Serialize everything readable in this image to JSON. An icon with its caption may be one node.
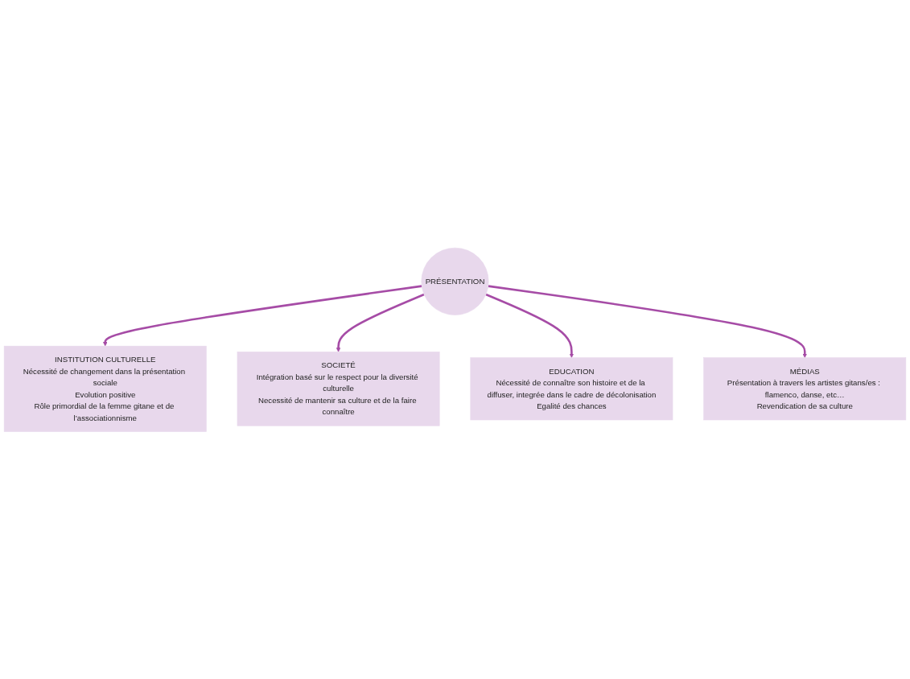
{
  "diagram": {
    "nodes": [
      {
        "text": [
          "INSTITUTION CULTURELLE",
          "Nécessité de changement dans la présentation sociale",
          "Evolution positive",
          "Rôle primordial de la femme gitane et de l’associationnisme"
        ]
      },
      {
        "text": [
          "SOCIETÉ",
          "Intégration basé sur le respect pour la diversité culturelle",
          "Necessité de mantenir sa culture et de la faire connaître"
        ]
      },
      {
        "text": [
          "PRÉSENTATION"
        ]
      },
      {
        "text": [
          "EDUCATION",
          "Nécessité de connaître son histoire et de la diffuser, integrée dans le cadre de décolonisation",
          "Egalité des chances"
        ]
      },
      {
        "text": [
          "MÉDIAS",
          "Présentation à travers les artistes gitans/es : flamenco, danse, etc…",
          "Revendication de sa culture"
        ]
      }
    ],
    "edges": [
      {
        "from": 2,
        "to": 0,
        "arrow": "to"
      },
      {
        "from": 2,
        "to": 1,
        "arrow": "to"
      },
      {
        "from": 2,
        "to": 3,
        "arrow": "to"
      },
      {
        "from": 2,
        "to": 4,
        "arrow": "to"
      }
    ]
  }
}
